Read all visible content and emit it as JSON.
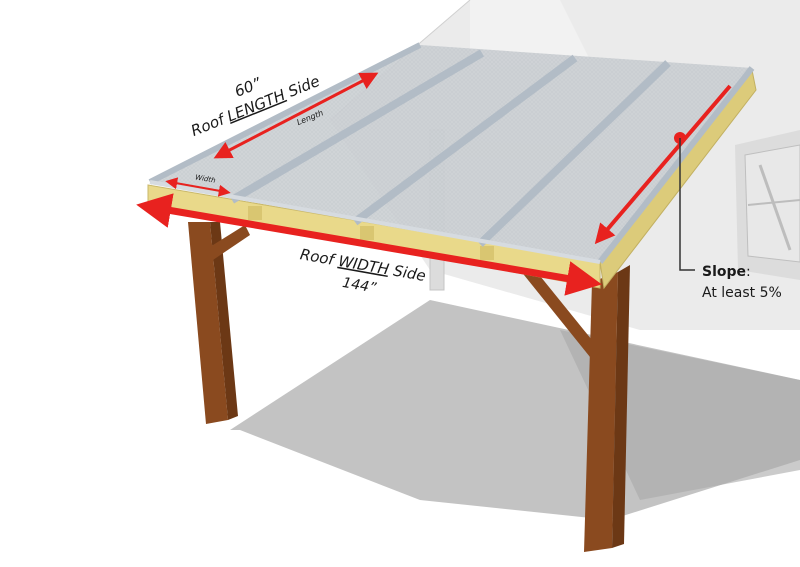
{
  "length_side": {
    "measure": "60”",
    "prefix": "Roof ",
    "keyword": "LENGTH",
    "suffix": " Side",
    "panel_label": "Length"
  },
  "width_side": {
    "measure": "144”",
    "prefix": "Roof ",
    "keyword": "WIDTH",
    "suffix": " Side",
    "panel_label": "Width"
  },
  "slope": {
    "title": "Slope",
    "colon": ":",
    "value": "At least 5%"
  },
  "colors": {
    "arrow": "#e8221f",
    "panel": "#c9cdd2",
    "rib": "#b8c2cc",
    "post": "#8a4a1f",
    "frame": "#e9d98a",
    "wall": "#e9e9e9",
    "shadow": "#b9b9b9"
  }
}
